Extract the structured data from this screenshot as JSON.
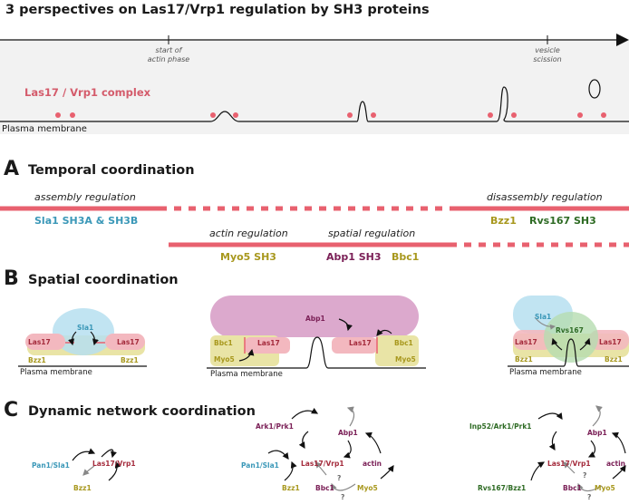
{
  "title": "3 perspectives on Las17/Vrp1 regulation by SH3 proteins",
  "timeline": {
    "start_label_1": "start of",
    "start_label_2": "actin phase",
    "scission_label_1": "vesicle",
    "scission_label_2": "scission",
    "complex_label": "Las17 / Vrp1 complex",
    "membrane_label": "Plasma membrane"
  },
  "sections": {
    "a": {
      "letter": "A",
      "title": "Temporal coordination",
      "assembly": "assembly regulation",
      "actin": "actin regulation",
      "spatial": "spatial regulation",
      "disassembly": "disassembly regulation",
      "sla1": "Sla1 SH3A & SH3B",
      "myo5": "Myo5 SH3",
      "abp1": "Abp1 SH3",
      "bbc1": "Bbc1",
      "bzz1": "Bzz1",
      "rvs167": "Rvs167 SH3"
    },
    "b": {
      "letter": "B",
      "title": "Spatial coordination",
      "left": {
        "las17_l": "Las17",
        "las17_r": "Las17",
        "sla1": "Sla1",
        "bzz1_l": "Bzz1",
        "bzz1_r": "Bzz1",
        "pm": "Plasma membrane"
      },
      "middle": {
        "abp1": "Abp1",
        "bbc1_l": "Bbc1",
        "bbc1_r": "Bbc1",
        "las17_l": "Las17",
        "las17_r": "Las17",
        "myo5_l": "Myo5",
        "myo5_r": "Myo5",
        "pm": "Plasma membrane"
      },
      "right": {
        "sla1": "Sla1",
        "rvs167": "Rvs167",
        "las17_l": "Las17",
        "las17_r": "Las17",
        "bzz1_l": "Bzz1",
        "bzz1_r": "Bzz1",
        "pm": "Plasma membrane"
      }
    },
    "c": {
      "letter": "C",
      "title": "Dynamic network coordination",
      "net1": {
        "pan1": "Pan1/Sla1",
        "las17": "Las17/Vrp1",
        "bzz1": "Bzz1"
      },
      "net2": {
        "ark1": "Ark1/Prk1",
        "abp1": "Abp1",
        "pan1": "Pan1/Sla1",
        "las17": "Las17/Vrp1",
        "actin": "actin",
        "bzz1": "Bzz1",
        "bbc1": "Bbc1",
        "myo5": "Myo5",
        "q1": "?",
        "q2": "?"
      },
      "net3": {
        "inp52": "Inp52/Ark1/Prk1",
        "abp1": "Abp1",
        "las17": "Las17/Vrp1",
        "actin": "actin",
        "rvs_bzz": "Rvs167/Bzz1",
        "bbc1": "Bbc1",
        "myo5": "Myo5",
        "q1": "?",
        "q2": "?"
      }
    }
  },
  "colors": {
    "las17_red": "#e8616f",
    "las17_fill": "#f3b8bf",
    "sla1_blue": "#b6dff0",
    "bzz1_yellow": "#e9e4a6",
    "abp1_purple": "#dca9cd",
    "rvs167_green": "#b5dcb0"
  }
}
